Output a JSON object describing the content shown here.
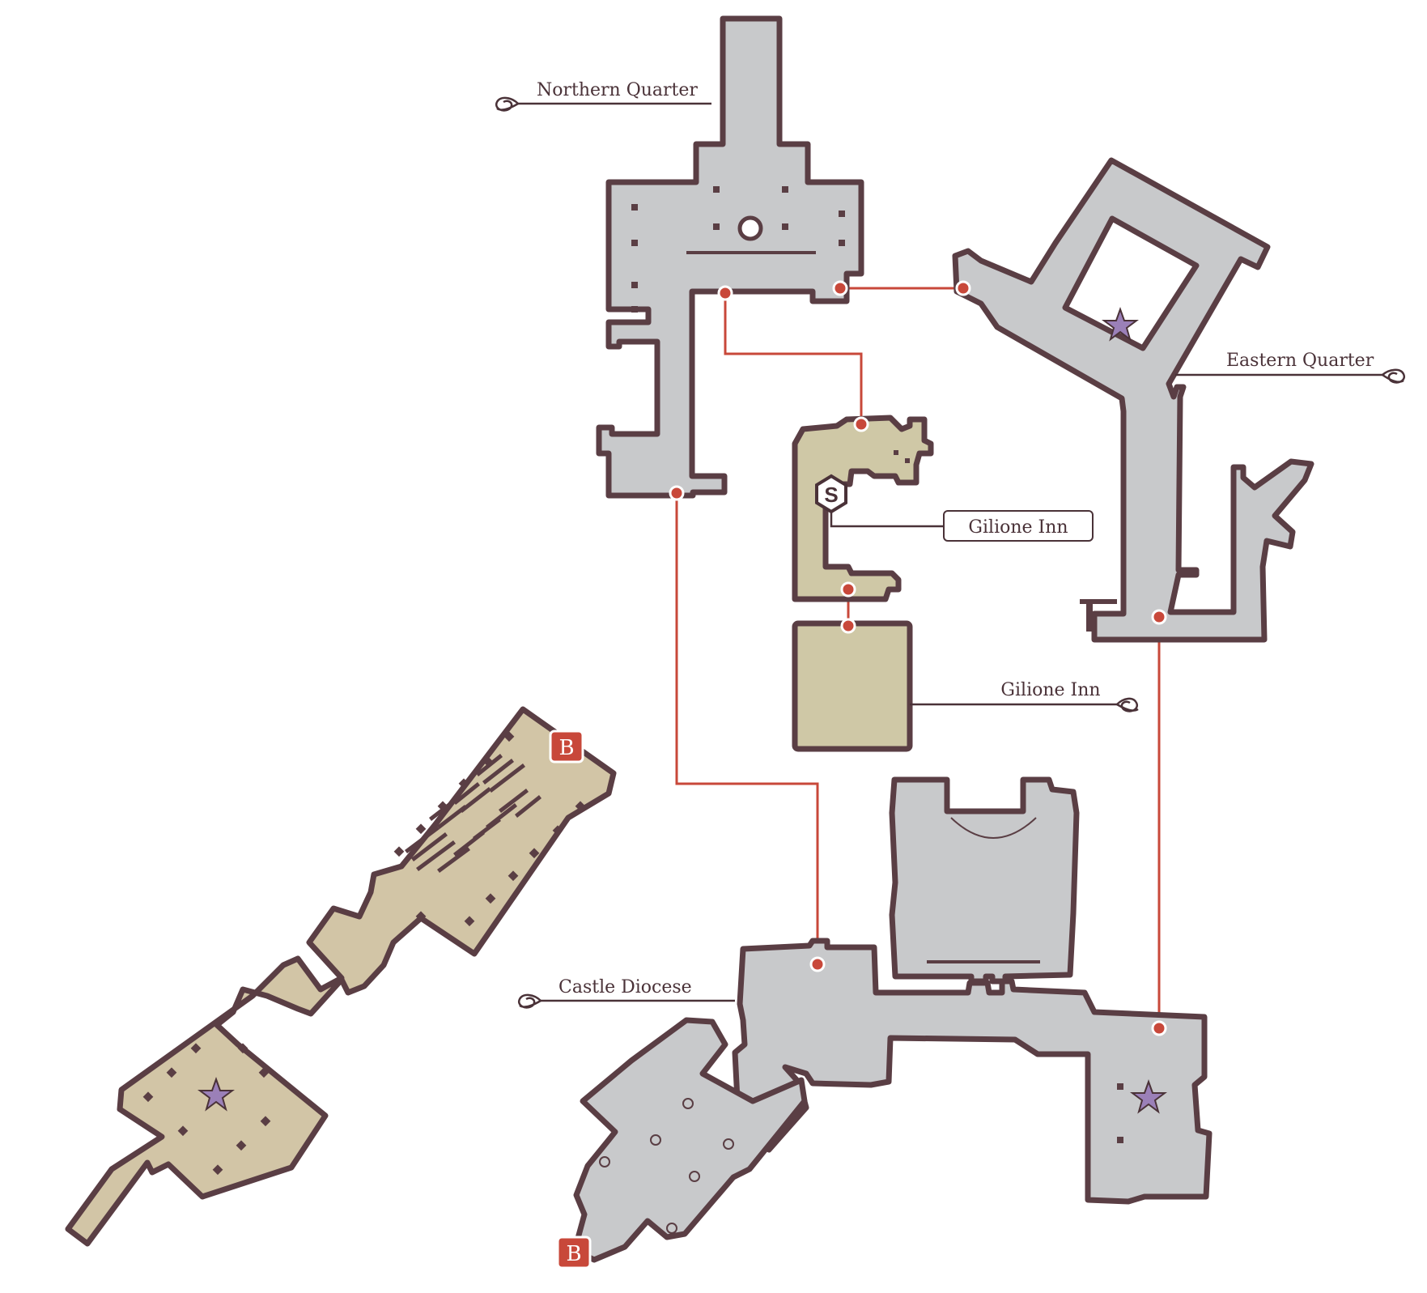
{
  "map": {
    "areas": [
      {
        "id": "northern-quarter",
        "label": "Northern Quarter"
      },
      {
        "id": "eastern-quarter",
        "label": "Eastern Quarter"
      },
      {
        "id": "gilione-inn-upper",
        "label": "Gilione Inn"
      },
      {
        "id": "gilione-inn-lower",
        "label": "Gilione Inn"
      },
      {
        "id": "castle-diocese",
        "label": "Castle Diocese"
      }
    ],
    "markers": {
      "boss_label": "B",
      "save_label": "S",
      "star_icon": "star-icon"
    },
    "colors": {
      "floor_grey": "#c8c9cb",
      "floor_beige": "#d2c5a6",
      "floor_inn": "#cfc8a6",
      "outline": "#5a3e44",
      "connector": "#c8483a",
      "star": "#9b80b8"
    }
  }
}
